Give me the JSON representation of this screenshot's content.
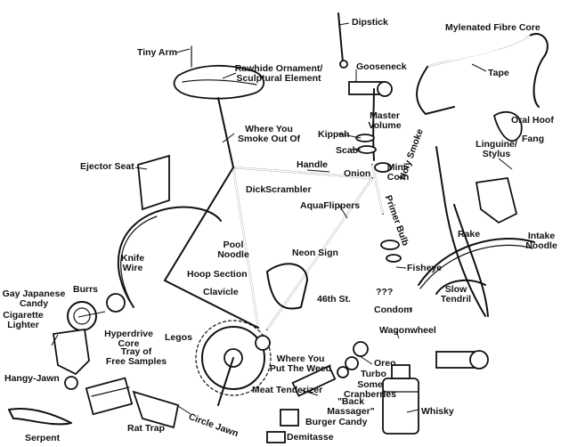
{
  "labels": {
    "dipstick": "Dipstick",
    "fibre_core": "Mylenated Fibre Core",
    "tiny_arm": "Tiny Arm",
    "rawhide": "Rawhide Ornament/",
    "rawhide2": "Sculptural Element",
    "gooseneck": "Gooseneck",
    "tape": "Tape",
    "kippah": "Kippah",
    "master_volume": "Master",
    "master_volume2": "Volume",
    "oral_hoof": "Oral Hoof",
    "where_smoke": "Where You",
    "where_smoke2": "Smoke Out Of",
    "scab": "Scab",
    "fang": "Fang",
    "ejector_seat": "Ejector Seat",
    "handle": "Handle",
    "mini_corn": "Mini-",
    "mini_corn2": "Corn",
    "onion": "Onion",
    "linguine": "Linguine/",
    "linguine2": "Stylus",
    "dickscrambler": "DickScrambler",
    "holy_smoke": "Holy Smoke",
    "aquaflippers": "AquaFlippers",
    "primer_bulb": "Primer Bulb",
    "rake": "Rake",
    "intake_noodle": "Intake",
    "intake_noodle2": "Noodle",
    "knife_wire": "Knife",
    "knife_wire2": "Wire",
    "pool_noodle": "Pool",
    "pool_noodle2": "Noodle",
    "neon_sign": "Neon Sign",
    "hoop_section": "Hoop Section",
    "fisheye": "Fisheye",
    "gay_candy": "Gay Japanese",
    "gay_candy2": "Candy",
    "burrs": "Burrs",
    "qqq": "???",
    "slow_tendril": "Slow",
    "slow_tendril2": "Tendril",
    "clavicle": "Clavicle",
    "street46": "46th St.",
    "cigarette": "Cigarette",
    "cigarette2": "Lighter",
    "condom": "Condom",
    "hyperdrive": "Hyperdrive",
    "hyperdrive2": "Core",
    "legos": "Legos",
    "wagonwheel": "Wagonwheel",
    "tray": "Tray of",
    "tray2": "Free Samples",
    "where_weed": "Where You",
    "where_weed2": "Put The Weed",
    "oreo": "Oreo",
    "turbo": "Turbo",
    "hangy_jawn": "Hangy-Jawn",
    "some_cran": "Some",
    "some_cran2": "Cranberries",
    "meat": "Meat Tenderizer",
    "back_massager": "\"Back",
    "back_massager2": "Massager\"",
    "whisky": "Whisky",
    "circle_jawn": "Circle Jawn",
    "burger": "Burger Candy",
    "rat_trap": "Rat Trap",
    "serpent": "Serpent",
    "demitasse": "Demitasse"
  }
}
